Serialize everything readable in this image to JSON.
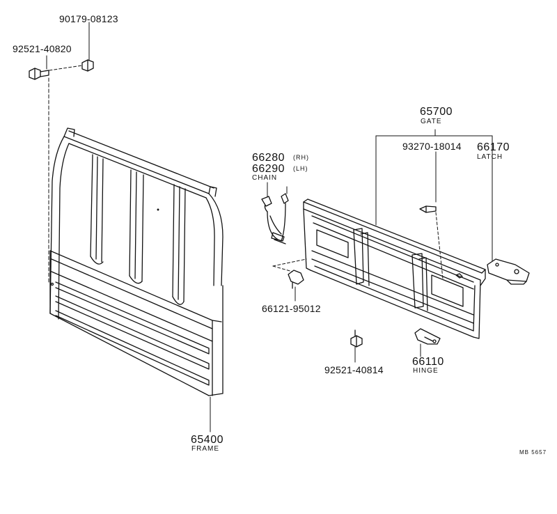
{
  "parts": {
    "nut": {
      "number": "90179-08123"
    },
    "bolt_top": {
      "number": "92521-40820"
    },
    "gate": {
      "number": "65700",
      "name": "GATE"
    },
    "screw": {
      "number": "93270-18014"
    },
    "latch": {
      "number": "66170",
      "name": "LATCH"
    },
    "chain": {
      "number_rh": "66280",
      "side_rh": "(RH)",
      "number_lh": "66290",
      "side_lh": "(LH)",
      "name": "CHAIN"
    },
    "pin": {
      "number": "66121-95012"
    },
    "bolt_bottom": {
      "number": "92521-40814"
    },
    "hinge": {
      "number": "66110",
      "name": "HINGE"
    },
    "frame": {
      "number": "65400",
      "name": "FRAME"
    }
  },
  "diagram_ref": "MB 5657"
}
